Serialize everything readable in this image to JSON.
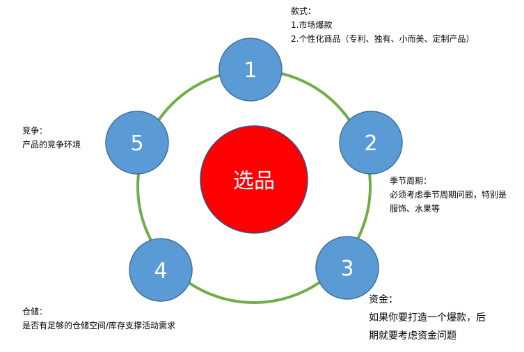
{
  "colors": {
    "ring": "#70ad47",
    "node_fill": "#5b9bd5",
    "node_stroke": "#41719c",
    "center_fill": "#ff0000",
    "center_stroke": "#2f528f",
    "text": "#000000",
    "node_text": "#ffffff"
  },
  "center": {
    "label": "选品"
  },
  "nodes": [
    {
      "label": "1"
    },
    {
      "label": "2"
    },
    {
      "label": "3"
    },
    {
      "label": "4"
    },
    {
      "label": "5"
    }
  ],
  "notes": {
    "style": {
      "title": "款式：",
      "lines": [
        "1.市场爆款",
        "2.个性化商品（专利、独有、小而美、定制产品）"
      ]
    },
    "season": {
      "title": "季节周期：",
      "lines": [
        "必须考虑季节周期问题，特别是",
        "服饰、水果等"
      ]
    },
    "funds": {
      "title": "资金：",
      "lines": [
        "如果你要打造一个爆款，后",
        "期就要考虑资金问题"
      ]
    },
    "storage": {
      "title": "仓储：",
      "lines": [
        "是否有足够的仓储空间/库存支撑活动需求"
      ]
    },
    "competition": {
      "title": "竞争：",
      "lines": [
        "产品的竞争环境"
      ]
    }
  }
}
